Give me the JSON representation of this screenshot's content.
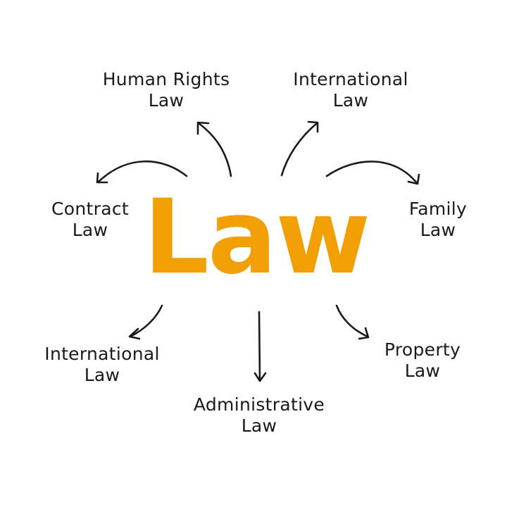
{
  "diagram": {
    "center": {
      "label": "Law",
      "color": "#f29f05"
    },
    "nodes": [
      {
        "id": "human-rights",
        "line1": "Human Rights",
        "line2": "Law"
      },
      {
        "id": "international-top",
        "line1": "International",
        "line2": "Law"
      },
      {
        "id": "contract",
        "line1": "Contract",
        "line2": "Law"
      },
      {
        "id": "family",
        "line1": "Family",
        "line2": "Law"
      },
      {
        "id": "international-bottom",
        "line1": "International",
        "line2": "Law"
      },
      {
        "id": "administrative",
        "line1": "Administrative",
        "line2": "Law"
      },
      {
        "id": "property",
        "line1": "Property",
        "line2": "Law"
      }
    ],
    "text_color": "#1a1a1a",
    "arrow_color": "#1a1a1a"
  }
}
